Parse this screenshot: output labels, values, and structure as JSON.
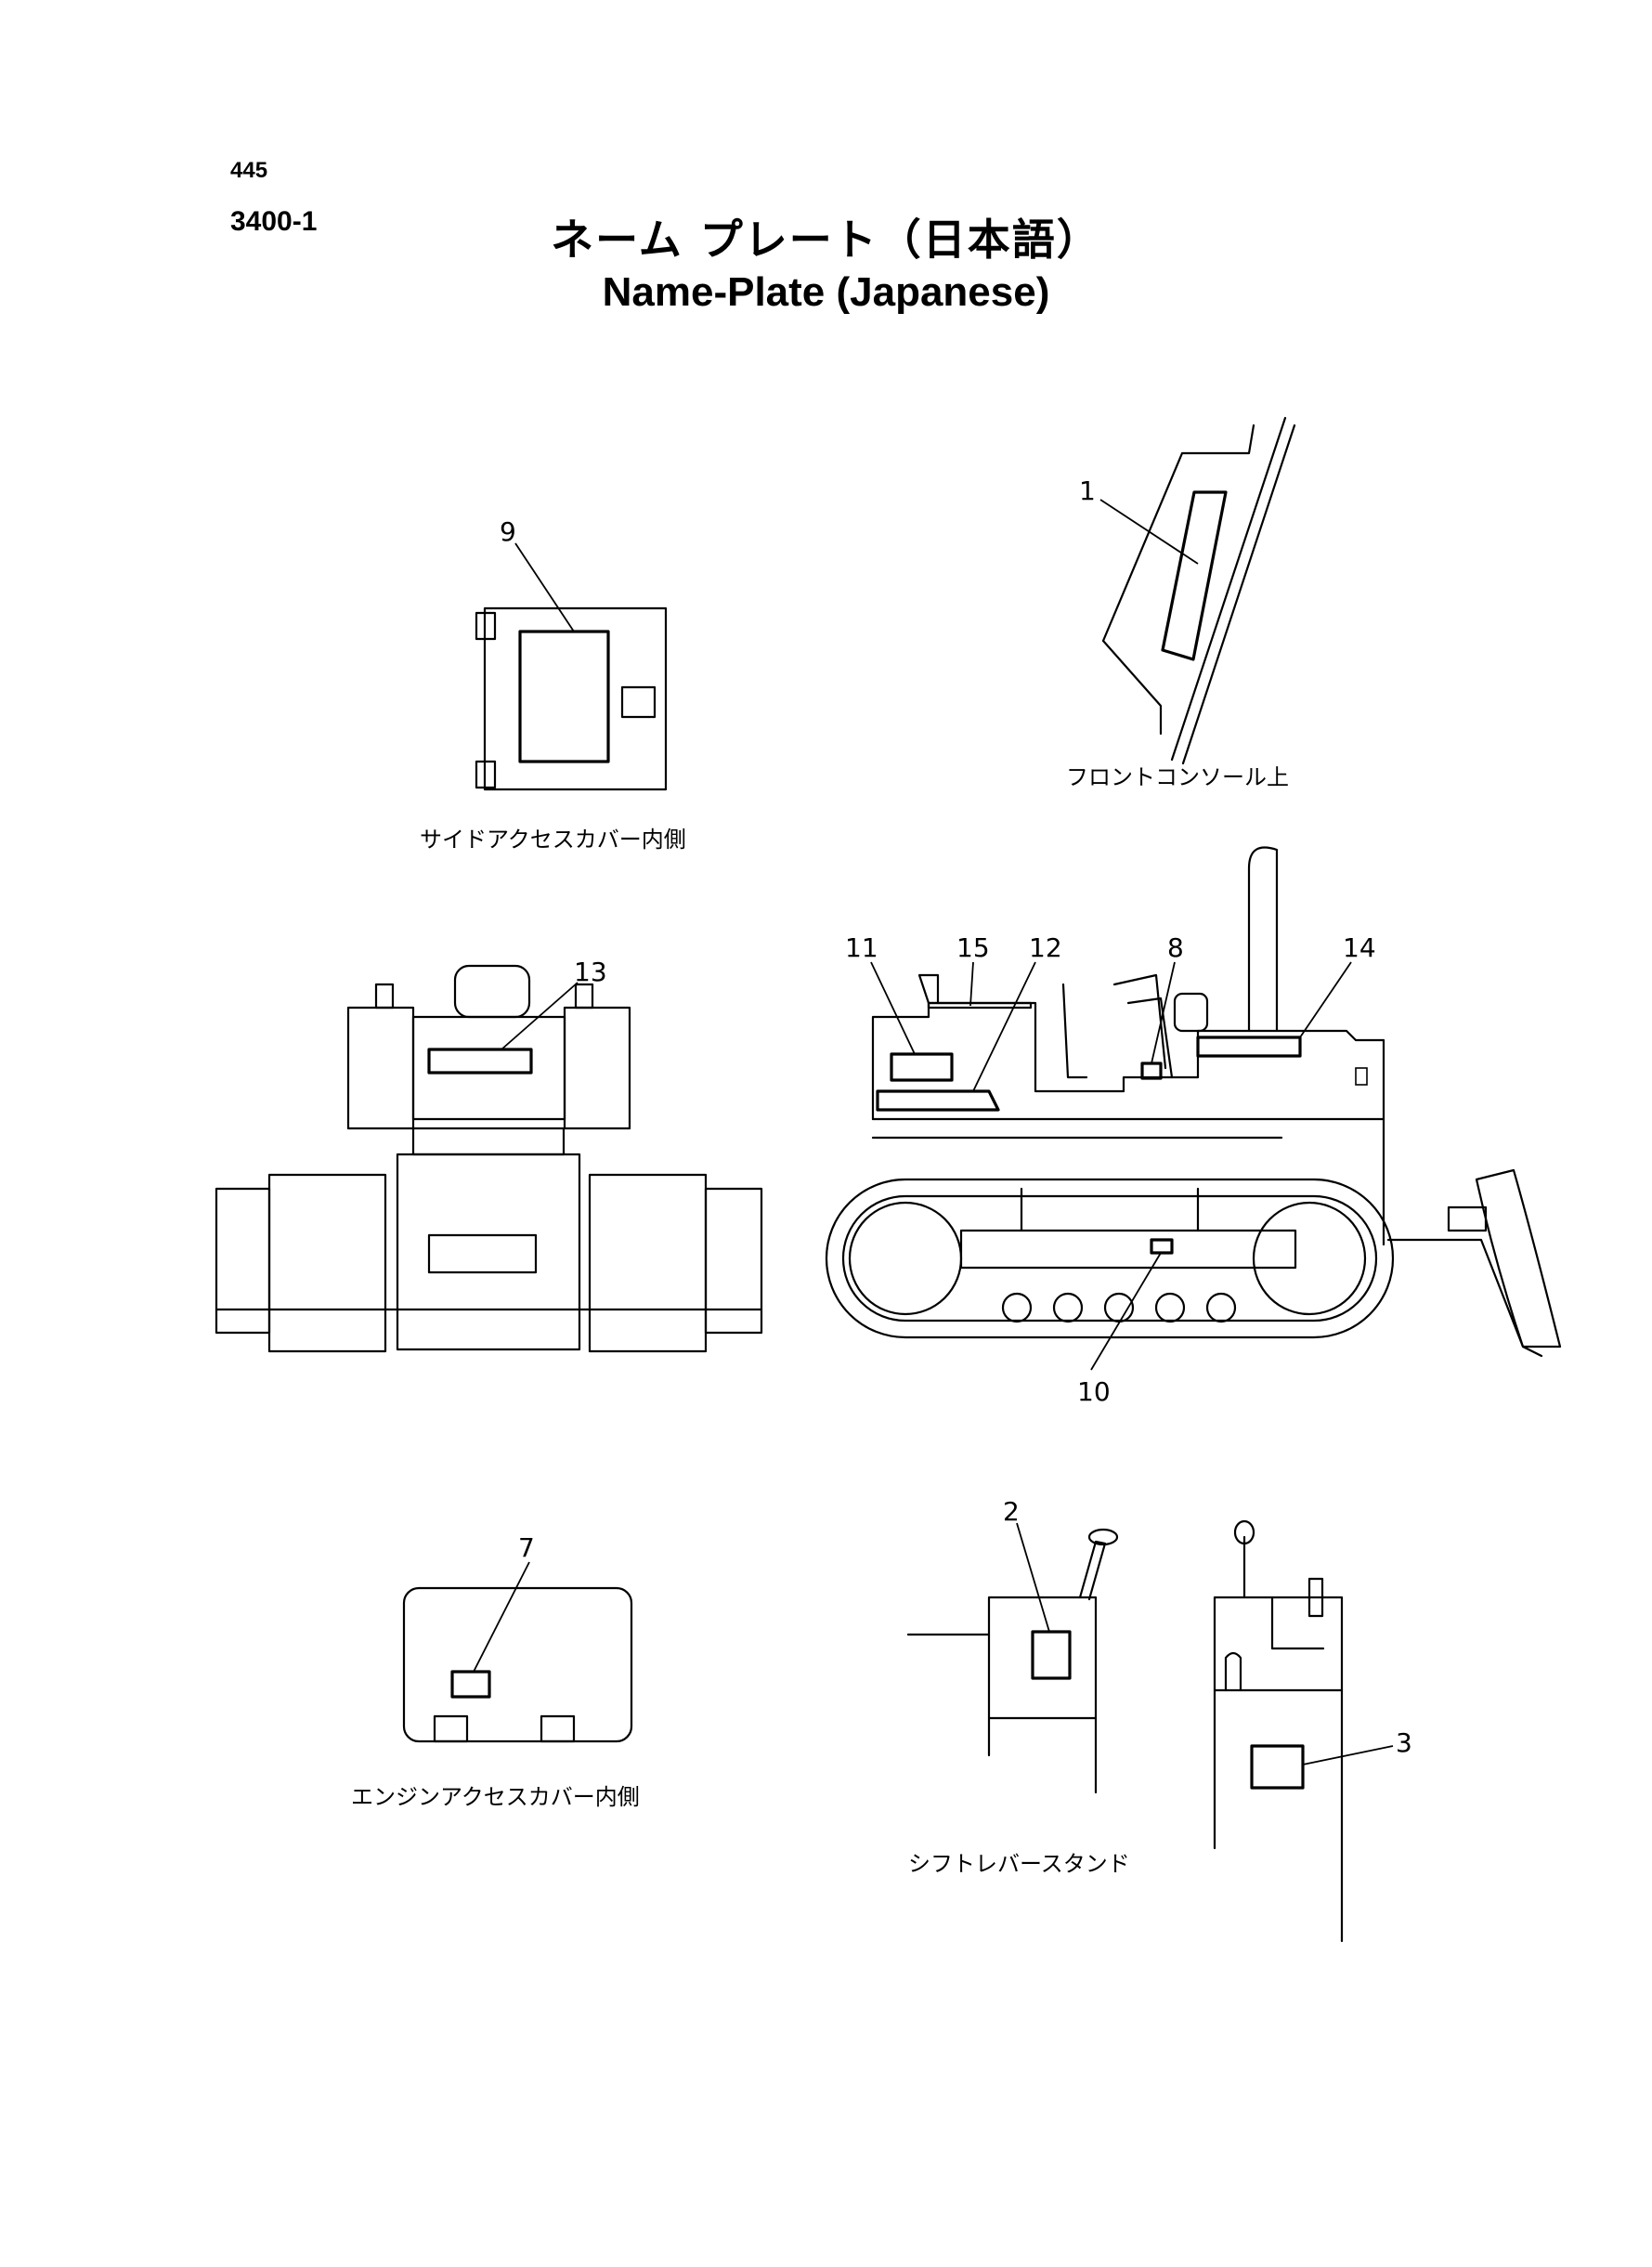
{
  "header": {
    "page_number": "445",
    "section_code": "3400-1",
    "title_jp": "ネーム プレート（日本語）",
    "title_en": "Name-Plate (Japanese)"
  },
  "captions": {
    "side_access_cover": "サイドアクセスカバー内側",
    "front_console": "フロントコンソール上",
    "engine_access_cover": "エンジンアクセスカバー内側",
    "shift_lever_stand": "シフトレバースタンド"
  },
  "callouts": {
    "c1": "1",
    "c2": "2",
    "c3": "3",
    "c7": "7",
    "c8": "8",
    "c9": "9",
    "c10": "10",
    "c11": "11",
    "c12": "12",
    "c13": "13",
    "c14": "14",
    "c15": "15"
  }
}
